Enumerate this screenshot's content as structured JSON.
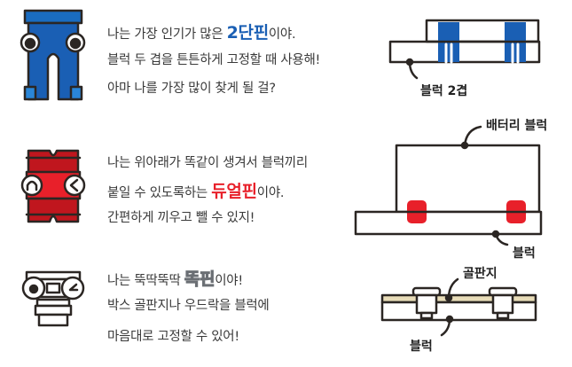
{
  "sections": [
    {
      "lines": [
        {
          "pre": "나는 가장 인기가 많은 ",
          "highlight": "2단핀",
          "post": "이야."
        },
        {
          "text": "블럭 두 겹을 튼튼하게 고정할 때 사용해!"
        },
        {
          "text": "아마 나를 가장 많이 찾게 될 걸?"
        }
      ],
      "diagram_labels": [
        "블럭 2겹"
      ],
      "color": "#1a5fb4"
    },
    {
      "lines": [
        {
          "text": "나는 위아래가 똑같이 생겨서 블럭끼리"
        },
        {
          "pre": "붙일 수 있도록하는 ",
          "highlight": "듀얼핀",
          "post": "이야."
        },
        {
          "text": "간편하게 끼우고 뺄 수 있지!"
        }
      ],
      "diagram_labels": [
        "배터리 블럭",
        "블럭"
      ],
      "color": "#e8202a"
    },
    {
      "lines": [
        {
          "pre": "나는 뚝딱뚝딱 ",
          "highlight": "똑핀",
          "post": "이야!"
        },
        {
          "text": "박스 골판지나 우드락을 블럭에"
        },
        {
          "text": "마음대로 고정할 수 있어!"
        }
      ],
      "diagram_labels": [
        "골판지",
        "블럭"
      ],
      "color": "#c8ccd0"
    }
  ]
}
